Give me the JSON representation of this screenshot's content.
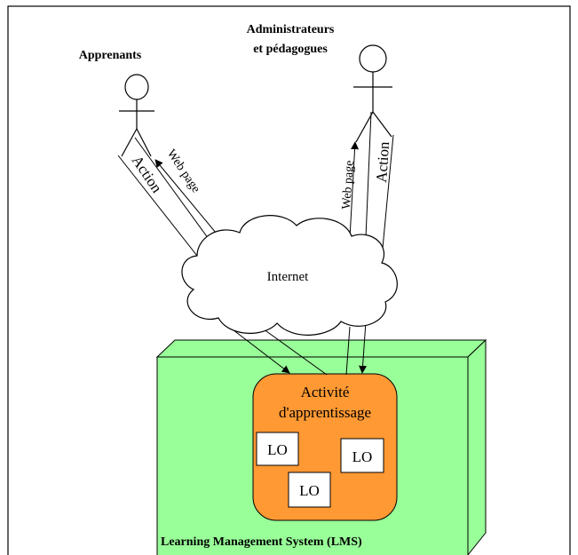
{
  "actors": {
    "learners": {
      "label": "Apprenants"
    },
    "admins": {
      "label_line1": "Administrateurs",
      "label_line2": "et pédagogues"
    }
  },
  "flows": {
    "left_action": "Action",
    "left_web": "Web page",
    "right_web": "Web page",
    "right_action": "Action"
  },
  "cloud": {
    "label": "Internet"
  },
  "activity": {
    "label_line1": "Activité",
    "label_line2": "d'apprentissage",
    "objects": [
      "LO",
      "LO",
      "LO"
    ]
  },
  "lms": {
    "label": "Learning Management System (LMS)"
  },
  "colors": {
    "lms_fill": "#99ff99",
    "activity_fill": "#ff9933",
    "cloud_fill": "#ffffff",
    "stroke": "#000000"
  }
}
